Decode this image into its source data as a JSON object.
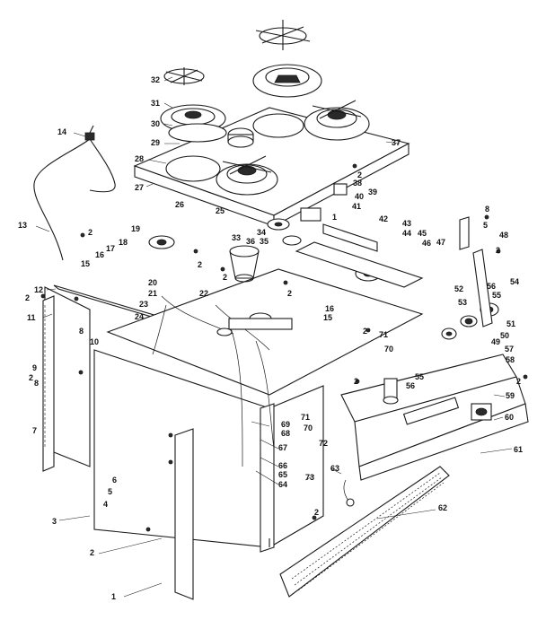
{
  "callouts": [
    {
      "label": "1"
    },
    {
      "label": "2"
    },
    {
      "label": "3"
    },
    {
      "label": "4"
    },
    {
      "label": "5"
    },
    {
      "label": "6"
    },
    {
      "label": "7"
    },
    {
      "label": "8"
    },
    {
      "label": "9"
    },
    {
      "label": "10"
    },
    {
      "label": "11"
    },
    {
      "label": "12"
    },
    {
      "label": "13"
    },
    {
      "label": "14"
    },
    {
      "label": "15"
    },
    {
      "label": "16"
    },
    {
      "label": "17"
    },
    {
      "label": "18"
    },
    {
      "label": "19"
    },
    {
      "label": "20"
    },
    {
      "label": "21"
    },
    {
      "label": "22"
    },
    {
      "label": "23"
    },
    {
      "label": "24"
    },
    {
      "label": "25"
    },
    {
      "label": "26"
    },
    {
      "label": "27"
    },
    {
      "label": "28"
    },
    {
      "label": "29"
    },
    {
      "label": "30"
    },
    {
      "label": "31"
    },
    {
      "label": "32"
    },
    {
      "label": "33"
    },
    {
      "label": "34"
    },
    {
      "label": "35"
    },
    {
      "label": "36"
    },
    {
      "label": "37"
    },
    {
      "label": "38"
    },
    {
      "label": "39"
    },
    {
      "label": "40"
    },
    {
      "label": "41"
    },
    {
      "label": "42"
    },
    {
      "label": "43"
    },
    {
      "label": "44"
    },
    {
      "label": "45"
    },
    {
      "label": "46"
    },
    {
      "label": "47"
    },
    {
      "label": "48"
    },
    {
      "label": "49"
    },
    {
      "label": "50"
    },
    {
      "label": "51"
    },
    {
      "label": "52"
    },
    {
      "label": "53"
    },
    {
      "label": "54"
    },
    {
      "label": "55"
    },
    {
      "label": "56"
    },
    {
      "label": "57"
    },
    {
      "label": "58"
    },
    {
      "label": "59"
    },
    {
      "label": "60"
    },
    {
      "label": "61"
    },
    {
      "label": "62"
    },
    {
      "label": "63"
    },
    {
      "label": "64"
    },
    {
      "label": "65"
    },
    {
      "label": "66"
    },
    {
      "label": "67"
    },
    {
      "label": "68"
    },
    {
      "label": "69"
    },
    {
      "label": "70"
    },
    {
      "label": "71"
    },
    {
      "label": "72"
    },
    {
      "label": "73"
    }
  ]
}
